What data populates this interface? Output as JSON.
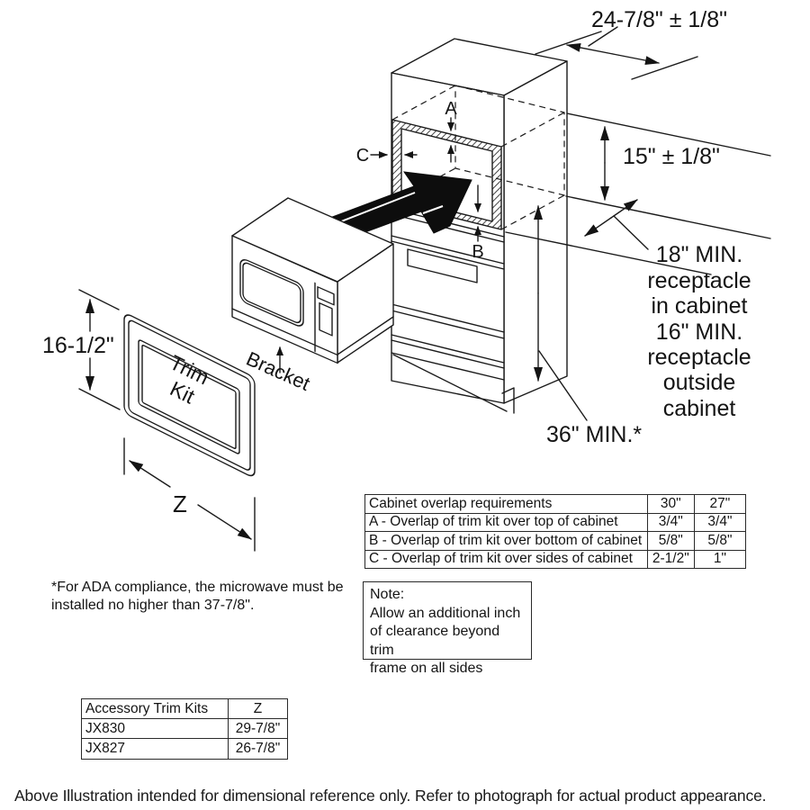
{
  "annotations": {
    "width_top": "24-7/8\" ± 1/8\"",
    "niche_height": "15\" ± 1/8\"",
    "receptacle_lines": [
      "18\" MIN.",
      "receptacle",
      "in cabinet",
      "16\" MIN.",
      "receptacle",
      "outside",
      "cabinet"
    ],
    "floor_min": "36\" MIN.*",
    "overlap_a": "A",
    "overlap_b": "B",
    "overlap_c": "C",
    "bracket": "Bracket",
    "trim_kit_line1": "Trim",
    "trim_kit_line2": "Kit",
    "trim_height": "16-1/2\"",
    "trim_width": "Z"
  },
  "overlap_table": {
    "header": {
      "label": "Cabinet overlap requirements",
      "col30": "30\"",
      "col27": "27\""
    },
    "rows": [
      {
        "label": "A - Overlap of trim kit over top of cabinet",
        "v30": "3/4\"",
        "v27": "3/4\""
      },
      {
        "label": "B - Overlap of trim kit over bottom of cabinet",
        "v30": "5/8\"",
        "v27": "5/8\""
      },
      {
        "label": "C - Overlap of trim kit over sides of cabinet",
        "v30": "2-1/2\"",
        "v27": "1\""
      }
    ]
  },
  "note_box": {
    "title": "Note:",
    "lines": [
      "Allow an additional inch",
      "of clearance beyond trim",
      "frame on all sides"
    ]
  },
  "ada_note": {
    "line1": "*For ADA compliance, the microwave must be",
    "line2": "installed no higher than 37-7/8\"."
  },
  "accessory_table": {
    "header": {
      "label": "Accessory Trim Kits",
      "z": "Z"
    },
    "rows": [
      {
        "model": "JX830",
        "z": "29-7/8\""
      },
      {
        "model": "JX827",
        "z": "26-7/8\""
      }
    ]
  },
  "footer": "Above Illustration intended for dimensional reference only. Refer to photograph for actual product appearance.",
  "colors": {
    "line": "#1b1b1b",
    "arrow_fill": "#0d0d0d",
    "background": "#ffffff"
  }
}
